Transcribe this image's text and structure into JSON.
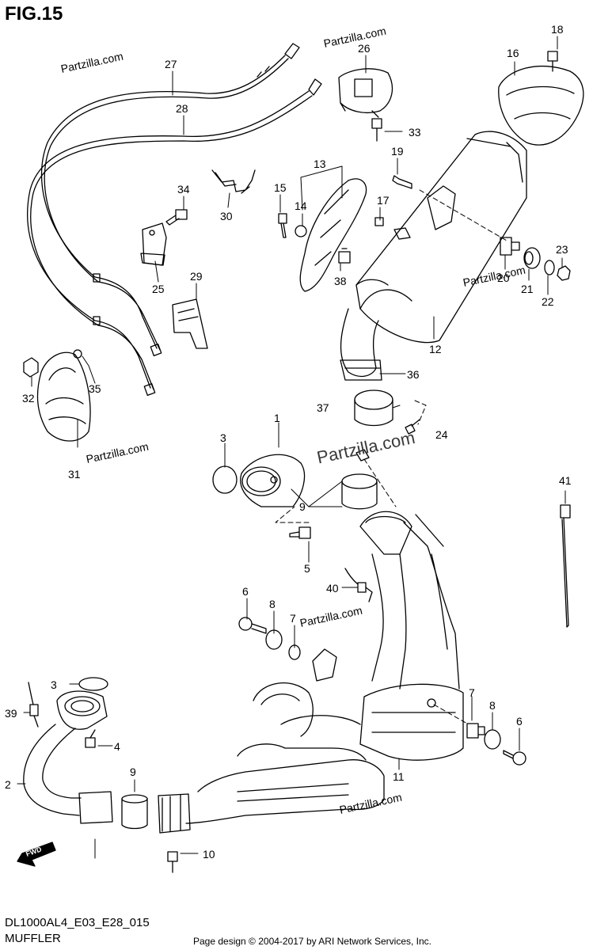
{
  "figure": {
    "title": "FIG.15",
    "code": "DL1000AL4_E03_E28_015",
    "section": "MUFFLER",
    "footer": "Page design © 2004-2017 by ARI Network Services, Inc.",
    "watermark": "Partzilla.com"
  },
  "callouts": [
    "1",
    "2",
    "3",
    "3",
    "4",
    "5",
    "6",
    "6",
    "7",
    "7",
    "8",
    "8",
    "9",
    "9",
    "10",
    "11",
    "12",
    "13",
    "14",
    "15",
    "16",
    "17",
    "18",
    "19",
    "20",
    "21",
    "22",
    "23",
    "24",
    "25",
    "26",
    "27",
    "28",
    "29",
    "30",
    "31",
    "32",
    "33",
    "34",
    "35",
    "36",
    "37",
    "38",
    "39",
    "40",
    "41"
  ],
  "fwd_label": "FWD",
  "colors": {
    "line": "#000000",
    "background": "#ffffff",
    "watermark": "#e6e6e6"
  }
}
